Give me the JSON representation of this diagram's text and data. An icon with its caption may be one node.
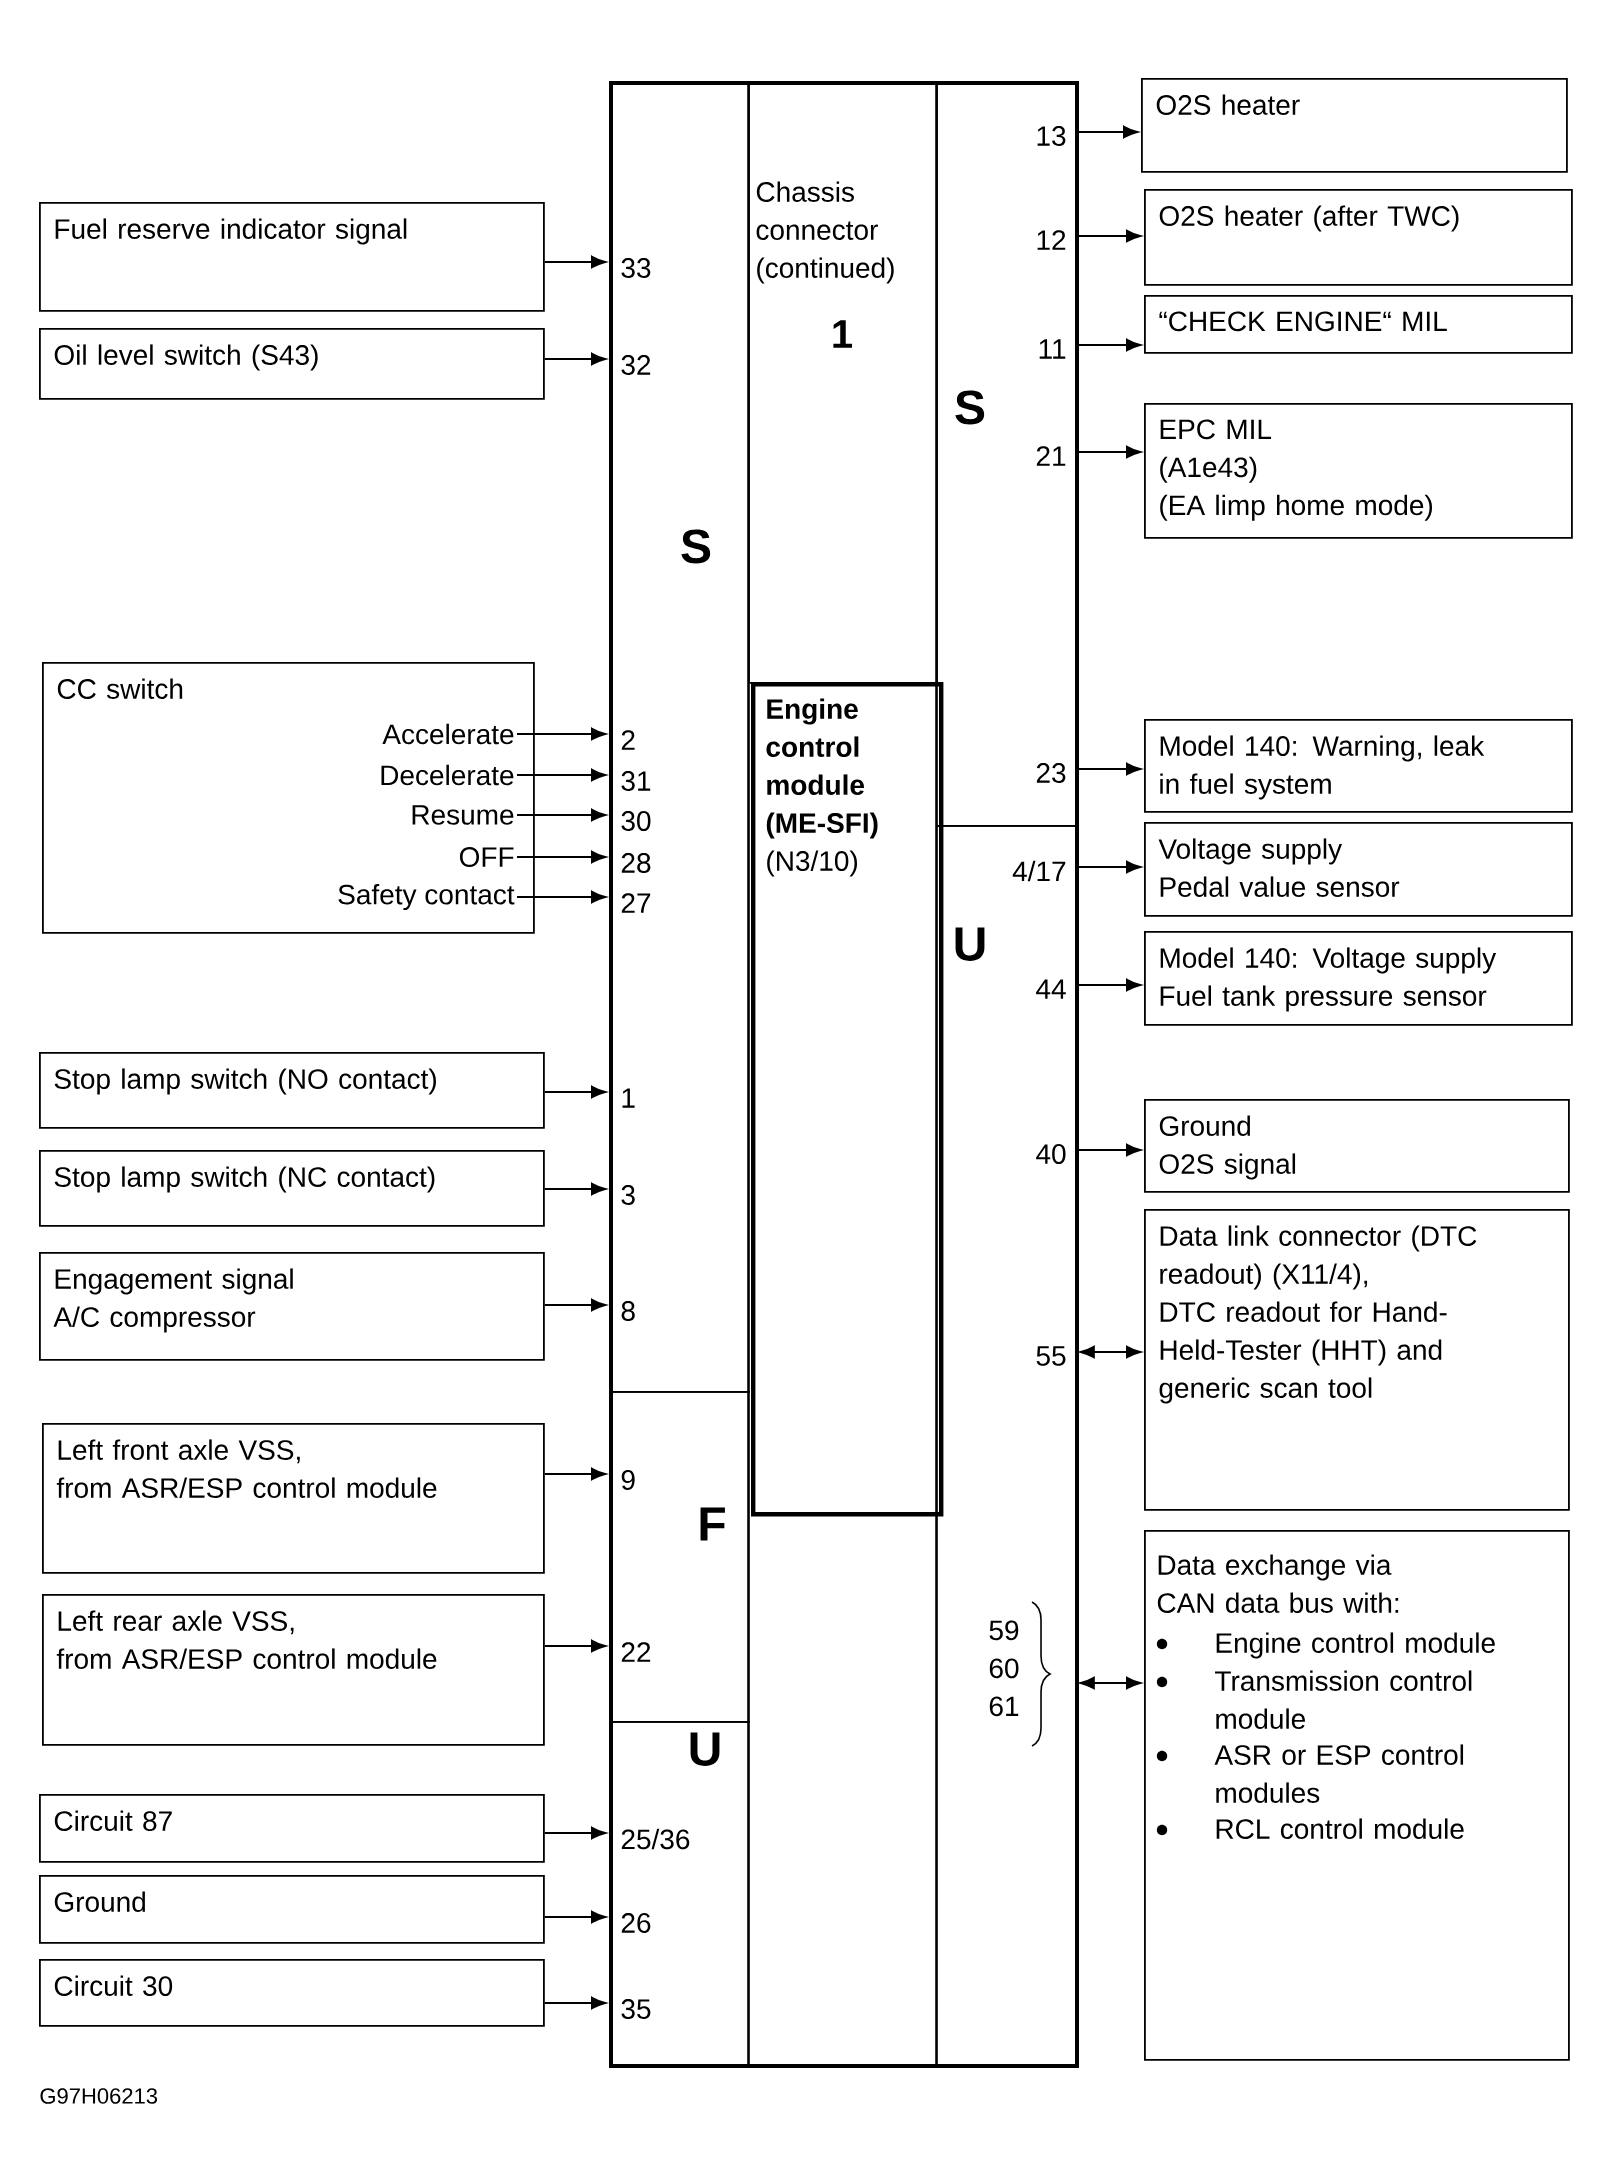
{
  "diagram": {
    "nodes": [
      {
        "text": [],
        "shape": "box"
      },
      {
        "text": [
          "S"
        ],
        "in": 0
      },
      {
        "text": [
          "F"
        ],
        "in": 0
      },
      {
        "text": [
          "U"
        ],
        "in": 0
      },
      {
        "text": [
          "Chassis connector (continued)",
          "1"
        ],
        "in": 0
      },
      {
        "text": [
          "Engine control module (ME-SFI)",
          "(N3/10)"
        ],
        "in": 0
      },
      {
        "text": [
          "S"
        ],
        "in": 0
      },
      {
        "text": [
          "U"
        ],
        "in": 0
      },
      {
        "text": [
          "Fuel reserve indicator signal"
        ]
      },
      {
        "text": [
          "Oil level switch (S43)"
        ]
      },
      {
        "text": [
          "CC switch"
        ]
      },
      {
        "text": [
          "Accelerate"
        ],
        "in": 10
      },
      {
        "text": [
          "Decelerate"
        ],
        "in": 10
      },
      {
        "text": [
          "Resume"
        ],
        "in": 10
      },
      {
        "text": [
          "OFF"
        ],
        "in": 10
      },
      {
        "text": [
          "Safety contact"
        ],
        "in": 10
      },
      {
        "text": [
          "Stop lamp switch (NO contact)"
        ]
      },
      {
        "text": [
          "Stop lamp switch (NC contact)"
        ]
      },
      {
        "text": [
          "Engagement signal",
          "A/C compressor"
        ]
      },
      {
        "text": [
          "Left front axle VSS,",
          "from ASR/ESP control module"
        ]
      },
      {
        "text": [
          "Left rear axle VSS,",
          "from ASR/ESP control module"
        ]
      },
      {
        "text": [
          "Circuit 87"
        ]
      },
      {
        "text": [
          "Ground"
        ]
      },
      {
        "text": [
          "Circuit 30"
        ]
      },
      {
        "text": [
          "O2S heater"
        ]
      },
      {
        "text": [
          "O2S heater (after TWC)"
        ]
      },
      {
        "text": [
          "“CHECK ENGINE“ MIL"
        ]
      },
      {
        "text": [
          "EPC MIL",
          "(A1e43)",
          "(EA limp home mode)"
        ]
      },
      {
        "text": [
          "Model 140: Warning, leak in fuel system"
        ]
      },
      {
        "text": [
          "Voltage supply",
          "Pedal value sensor"
        ]
      },
      {
        "text": [
          "Model 140: Voltage supply",
          "Fuel tank pressure sensor"
        ]
      },
      {
        "text": [
          "Ground",
          "O2S signal"
        ]
      },
      {
        "text": [
          "Data link connector (DTC readout) (X11/4),",
          "DTC readout for Hand-Held-Tester (HHT) and generic scan tool"
        ]
      },
      {
        "text": [
          "Data exchange via CAN data bus with:",
          "Engine control module",
          "Transmission control module",
          "ASR or ESP control modules",
          "RCL control module"
        ]
      }
    ],
    "edges": [
      {
        "from": 8,
        "to": 1,
        "arrow": "to",
        "label": "33"
      },
      {
        "from": 9,
        "to": 1,
        "arrow": "to",
        "label": "32"
      },
      {
        "from": 11,
        "to": 1,
        "arrow": "to",
        "label": "2"
      },
      {
        "from": 12,
        "to": 1,
        "arrow": "to",
        "label": "31"
      },
      {
        "from": 13,
        "to": 1,
        "arrow": "to",
        "label": "30"
      },
      {
        "from": 14,
        "to": 1,
        "arrow": "to",
        "label": "28"
      },
      {
        "from": 15,
        "to": 1,
        "arrow": "to",
        "label": "27"
      },
      {
        "from": 16,
        "to": 1,
        "arrow": "to",
        "label": "1"
      },
      {
        "from": 17,
        "to": 1,
        "arrow": "to",
        "label": "3"
      },
      {
        "from": 18,
        "to": 1,
        "arrow": "to",
        "label": "8"
      },
      {
        "from": 19,
        "to": 2,
        "arrow": "to",
        "label": "9"
      },
      {
        "from": 20,
        "to": 2,
        "arrow": "to",
        "label": "22"
      },
      {
        "from": 21,
        "to": 3,
        "arrow": "to",
        "label": "25/36"
      },
      {
        "from": 22,
        "to": 3,
        "arrow": "to",
        "label": "26"
      },
      {
        "from": 23,
        "to": 3,
        "arrow": "to",
        "label": "35"
      },
      {
        "from": 6,
        "to": 24,
        "arrow": "to",
        "label": "13"
      },
      {
        "from": 6,
        "to": 25,
        "arrow": "to",
        "label": "12"
      },
      {
        "from": 6,
        "to": 26,
        "arrow": "to",
        "label": "11"
      },
      {
        "from": 6,
        "to": 27,
        "arrow": "to",
        "label": "21"
      },
      {
        "from": 6,
        "to": 28,
        "arrow": "to",
        "label": "23"
      },
      {
        "from": 7,
        "to": 29,
        "arrow": "to",
        "label": "4/17"
      },
      {
        "from": 7,
        "to": 30,
        "arrow": "to",
        "label": "44"
      },
      {
        "from": 7,
        "to": 31,
        "arrow": "to",
        "label": "40"
      },
      {
        "from": 7,
        "to": 32,
        "arrow": "both",
        "label": "55"
      },
      {
        "from": 7,
        "to": 33,
        "arrow": "both",
        "label": "59 60 61"
      }
    ],
    "labels": [
      "G97H06213"
    ]
  }
}
